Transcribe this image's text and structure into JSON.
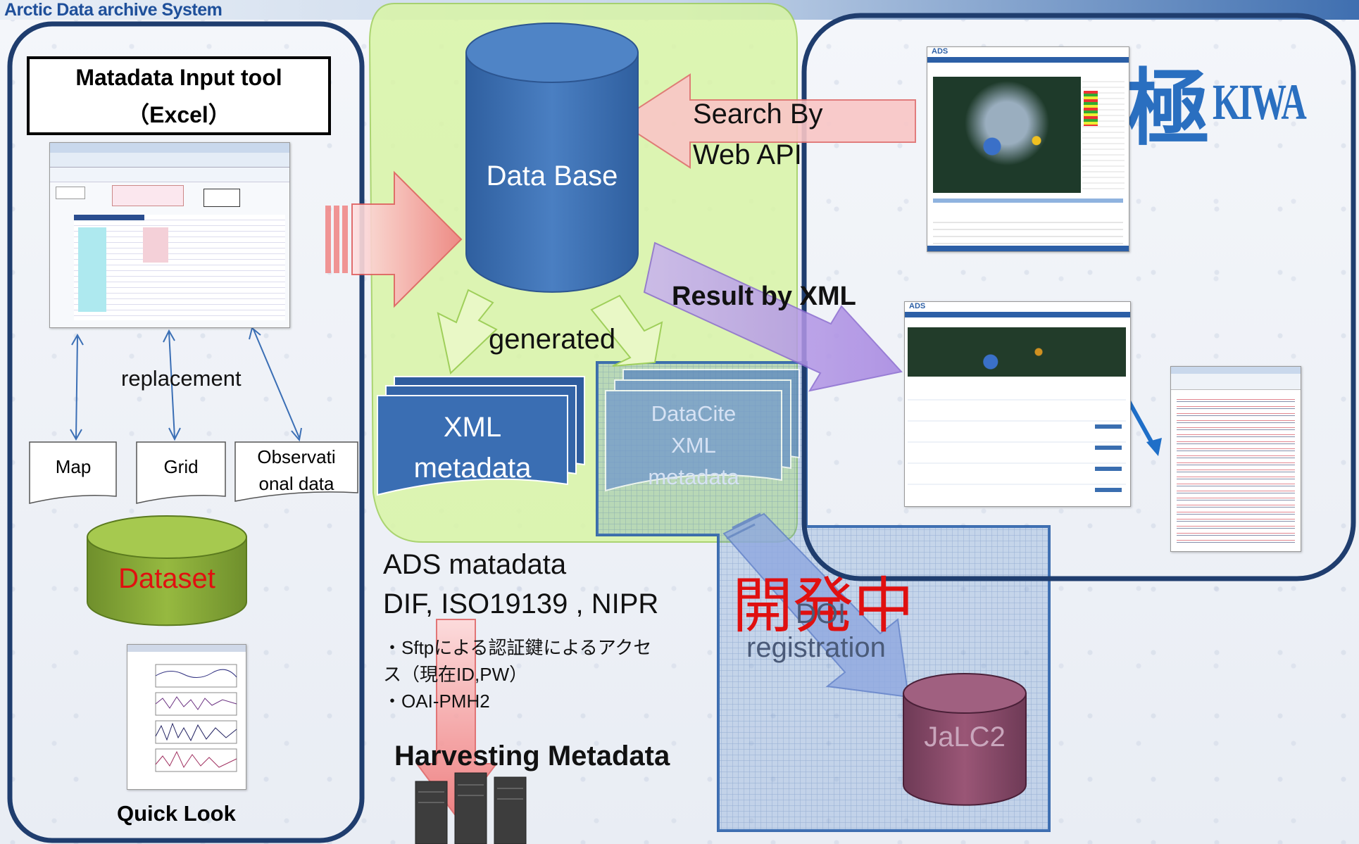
{
  "app": {
    "title": "Arctic Data archive System"
  },
  "left_panel": {
    "input_tool_title": "Matadata Input tool",
    "input_tool_subtitle": "（Excel）",
    "replacement_label": "replacement",
    "docs": [
      "Map",
      "Grid",
      "Observati\nonal data"
    ],
    "dataset_label": "Dataset",
    "quicklook_label": "Quick Look"
  },
  "center_panel": {
    "database_label": "Data Base",
    "generated_label": "generated",
    "xml_metadata_label": "XML\nmetadata",
    "datacite_label": "DataCite\nXML\nmetadata",
    "ads_lines": [
      "ADS matadata",
      "DIF, ISO19139 , NIPR"
    ],
    "notes": [
      "・Sftpによる認証鍵によるアクセ",
      "ス（現在ID,PW）",
      "・OAI-PMH2"
    ],
    "harvesting_label": "Harvesting Metadata"
  },
  "arrows": {
    "search_label_line1": "Search By",
    "search_label_line2": "Web API",
    "result_label": "Result by XML"
  },
  "right_panel": {
    "logo_kanji": "極",
    "logo_text": "KIWA",
    "screenshot_brand": "ADS"
  },
  "doi_area": {
    "dev_label": "開発中",
    "doi_label": "DOI",
    "registration_label": "registration",
    "jalc_label": "JaLC2"
  },
  "colors": {
    "panel_border": "#1f3d6e",
    "db_blue": "#3a6eb0",
    "green_region": "#d8f5a2",
    "red_text": "#e01010",
    "jalc_purple": "#8a4a6a"
  }
}
